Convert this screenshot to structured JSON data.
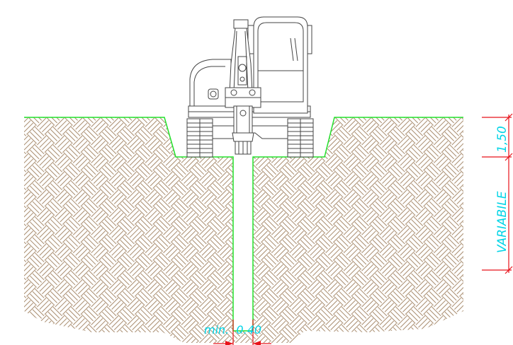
{
  "dimensions": {
    "top_depth": "1,50",
    "lower_depth": "VARIABILE",
    "trench_width": "min.  0.40"
  },
  "colors": {
    "ground_line": "#22e02a",
    "soil_hatch": "#a88c6e",
    "dimension_line": "#e8131a",
    "dimension_text": "#00d4e6",
    "machine": "#444444"
  }
}
